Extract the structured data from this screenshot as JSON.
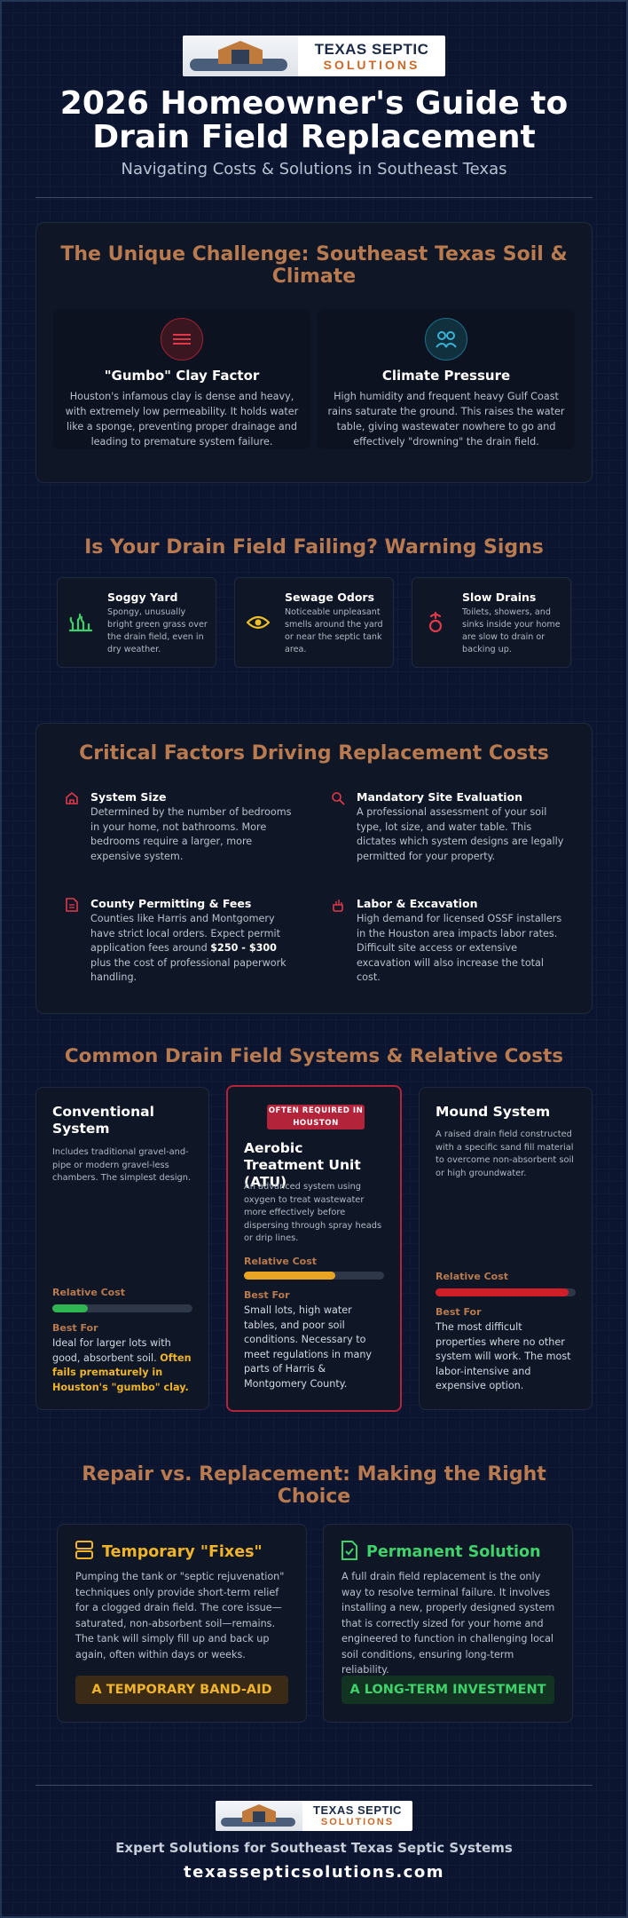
{
  "brand": {
    "line1": "TEXAS SEPTIC",
    "line2": "SOLUTIONS"
  },
  "header": {
    "title": "2026 Homeowner's Guide to Drain Field Replacement",
    "subtitle": "Navigating Costs & Solutions in Southeast Texas"
  },
  "challenge": {
    "title": "The Unique Challenge: Southeast Texas Soil & Climate",
    "cards": [
      {
        "icon": "layers-icon",
        "title": "\"Gumbo\" Clay Factor",
        "desc": "Houston's infamous clay is dense and heavy, with extremely low permeability. It holds water like a sponge, preventing proper drainage and leading to premature system failure."
      },
      {
        "icon": "rain-cloud-icon",
        "title": "Climate Pressure",
        "desc": "High humidity and frequent heavy Gulf Coast rains saturate the ground. This raises the water table, giving wastewater nowhere to go and effectively \"drowning\" the drain field."
      }
    ]
  },
  "warnings": {
    "title": "Is Your Drain Field Failing? Warning Signs",
    "items": [
      {
        "icon": "grass-icon",
        "title": "Soggy Yard",
        "desc": "Spongy, unusually bright green grass over the drain field, even in dry weather."
      },
      {
        "icon": "eye-icon",
        "title": "Sewage Odors",
        "desc": "Noticeable unpleasant smells around the yard or near the septic tank area."
      },
      {
        "icon": "drain-icon",
        "title": "Slow Drains",
        "desc": "Toilets, showers, and sinks inside your home are slow to drain or backing up."
      }
    ]
  },
  "factors": {
    "title": "Critical Factors Driving Replacement Costs",
    "items": [
      {
        "icon": "house-icon",
        "title": "System Size",
        "desc": "Determined by the number of bedrooms in your home, not bathrooms. More bedrooms require a larger, more expensive system."
      },
      {
        "icon": "magnifier-icon",
        "title": "Mandatory Site Evaluation",
        "desc": "A professional assessment of your soil type, lot size, and water table. This dictates which system designs are legally permitted for your property."
      },
      {
        "icon": "document-icon",
        "title": "County Permitting & Fees",
        "desc_pre": "Counties like Harris and Montgomery have strict local orders. Expect permit application fees around ",
        "desc_bold": "$250 - $300",
        "desc_post": " plus the cost of professional paperwork handling."
      },
      {
        "icon": "hand-icon",
        "title": "Labor & Excavation",
        "desc": "High demand for licensed OSSF installers in the Houston area impacts labor rates. Difficult site access or extensive excavation will also increase the total cost."
      }
    ]
  },
  "systems": {
    "title": "Common Drain Field Systems & Relative Costs",
    "cost_label": "Relative Cost",
    "best_label": "Best For",
    "cards": [
      {
        "title": "Conventional System",
        "desc": "Includes traditional gravel-and-pipe or modern gravel-less chambers. The simplest design.",
        "cost_fraction": 0.25,
        "color": "#2fb551",
        "best_pre": "Ideal for larger lots with good, absorbent soil. ",
        "best_hl": "Often fails prematurely in Houston's \"gumbo\" clay."
      },
      {
        "badge": "OFTEN REQUIRED IN HOUSTON",
        "title": "Aerobic Treatment Unit (ATU)",
        "desc": "An advanced system using oxygen to treat wastewater more effectively before dispersing through spray heads or drip lines.",
        "cost_fraction": 0.65,
        "color": "#e8a422",
        "best": "Small lots, high water tables, and poor soil conditions. Necessary to meet regulations in many parts of Harris & Montgomery County."
      },
      {
        "title": "Mound System",
        "desc": "A raised drain field constructed with a specific sand fill material to overcome non-absorbent soil or high groundwater.",
        "cost_fraction": 0.95,
        "color": "#d11f2a",
        "best": "The most difficult properties where no other system will work. The most labor-intensive and expensive option."
      }
    ]
  },
  "repair": {
    "title": "Repair vs. Replacement: Making the Right Choice",
    "temporary": {
      "icon": "storage-icon",
      "title": "Temporary \"Fixes\"",
      "desc": "Pumping the tank or \"septic rejuvenation\" techniques only provide short-term relief for a clogged drain field. The core issue—saturated, non-absorbent soil—remains. The tank will simply fill up and back up again, often within days or weeks.",
      "pill": "A TEMPORARY BAND-AID",
      "color": "#f0b429"
    },
    "permanent": {
      "icon": "check-document-icon",
      "title": "Permanent Solution",
      "desc": "A full drain field replacement is the only way to resolve terminal failure. It involves installing a new, properly designed system that is correctly sized for your home and engineered to function in challenging local soil conditions, ensuring long-term reliability.",
      "pill": "A LONG-TERM INVESTMENT",
      "color": "#3fd26b"
    }
  },
  "footer": {
    "tagline": "Expert Solutions for Southeast Texas Septic Systems",
    "url": "texassepticsolutions.com"
  }
}
